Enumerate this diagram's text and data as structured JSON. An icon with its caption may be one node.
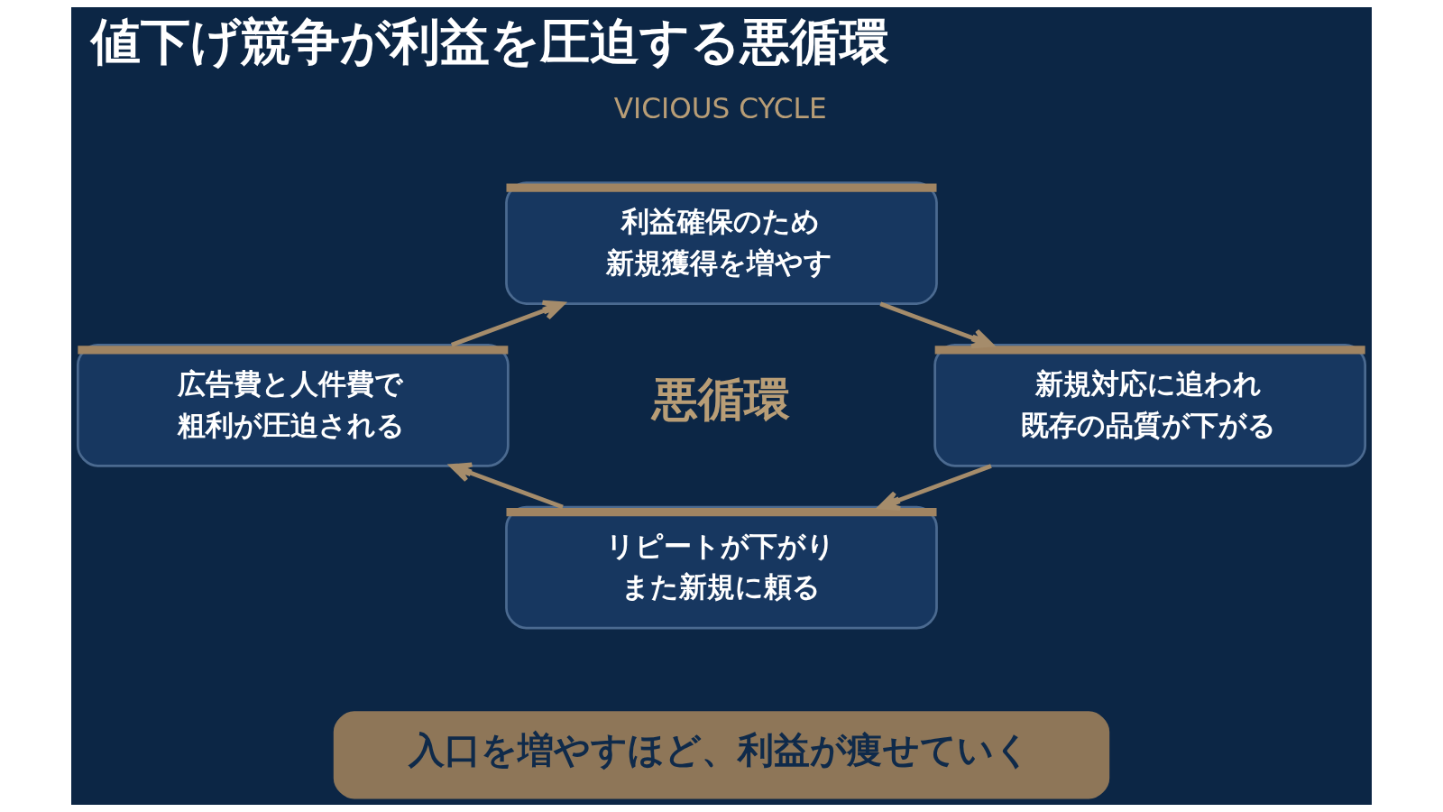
{
  "diagram": {
    "title": "値下げ競争が利益を圧迫する悪循環",
    "nodes": [
      {
        "text": [
          "利益確保のため新規獲得を増やす"
        ]
      },
      {
        "text": [
          "広告費と人件費で粗利が圧迫される"
        ]
      },
      {
        "text": [
          "新規対応に追われ既存の品質が下がる"
        ]
      },
      {
        "text": [
          "リピートが下がりまた新規に頼る"
        ]
      },
      {
        "text": [
          "入口を増やすほど、利益が痩せていく"
        ]
      }
    ],
    "edges": [
      {
        "from": 0,
        "to": 2,
        "arrow": "to"
      },
      {
        "from": 2,
        "to": 3,
        "arrow": "to"
      },
      {
        "from": 3,
        "to": 1,
        "arrow": "to"
      },
      {
        "from": 1,
        "to": 0,
        "arrow": "to"
      }
    ],
    "labels": [
      "VICIOUS CYCLE",
      "悪循環"
    ]
  }
}
